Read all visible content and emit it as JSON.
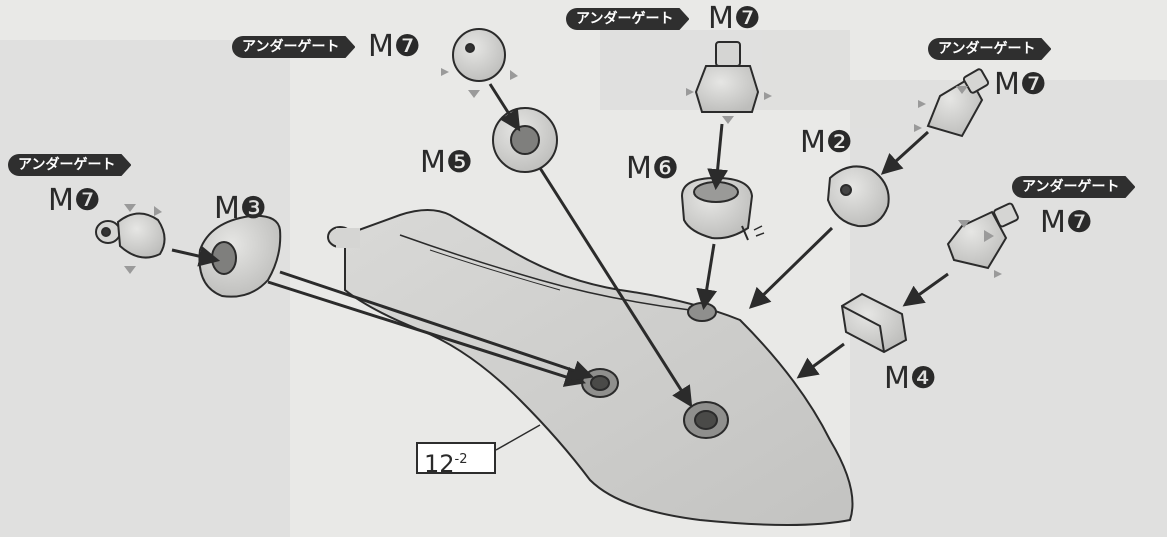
{
  "colors": {
    "paper": "#e9e9e7",
    "ink": "#2b2b2b",
    "part_fill": "#d2d2d0",
    "part_shadow": "#b7b7b5",
    "badge_bg": "#2f2f2f",
    "badge_text": "#ffffff",
    "gate_marker": "#9a9a9a"
  },
  "callouts": {
    "m7_top_left": {
      "badge": "アンダーゲート",
      "label": "M❼"
    },
    "m7_top_center": {
      "badge": "アンダーゲート",
      "label": "M❼"
    },
    "m7_top_right": {
      "badge": "アンダーゲート",
      "label": "M❼"
    },
    "m7_right": {
      "badge": "アンダーゲート",
      "label": "M❼"
    },
    "m7_left": {
      "badge": "アンダーゲート",
      "label": "M❼"
    }
  },
  "labels": {
    "m5": "M❺",
    "m6": "M❻",
    "m2": "M❷",
    "m3": "M❸",
    "m4": "M❹"
  },
  "part_number": {
    "main": "12",
    "sub": "-2"
  },
  "icons": {
    "gate_marker": "triangle-icon",
    "assembly_arrow": "arrow-icon"
  }
}
